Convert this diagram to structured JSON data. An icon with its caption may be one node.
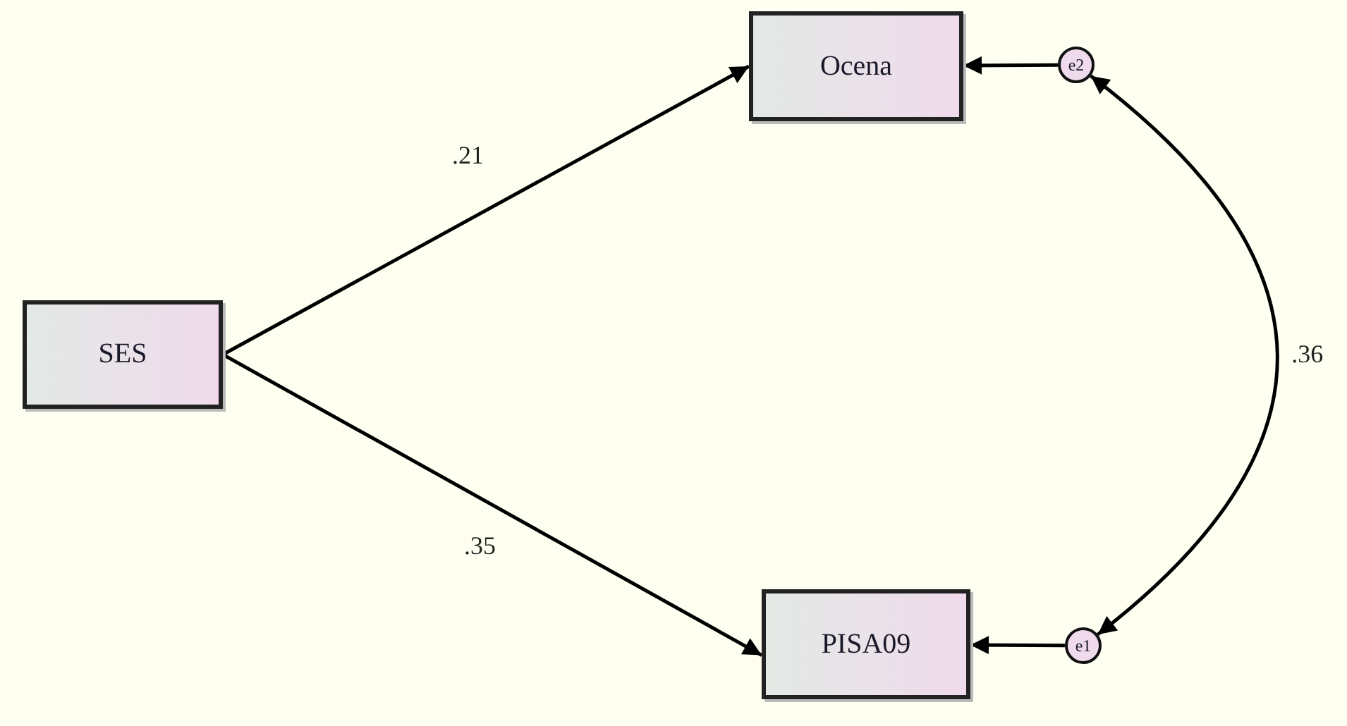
{
  "diagram": {
    "nodes": [
      {
        "text": [
          "SES"
        ]
      },
      {
        "text": [
          "Ocena"
        ]
      },
      {
        "text": [
          "PISA09"
        ]
      },
      {
        "text": [
          "e2"
        ]
      },
      {
        "text": [
          "e1"
        ]
      }
    ],
    "edges": [
      {
        "from": 0,
        "to": 1,
        "arrow": "to",
        "label": ".21"
      },
      {
        "from": 0,
        "to": 2,
        "arrow": "to",
        "label": ".35"
      },
      {
        "from": 3,
        "to": 1,
        "arrow": "to"
      },
      {
        "from": 4,
        "to": 2,
        "arrow": "to"
      },
      {
        "from": 3,
        "to": 4,
        "arrow": "both",
        "label": ".36"
      }
    ]
  }
}
